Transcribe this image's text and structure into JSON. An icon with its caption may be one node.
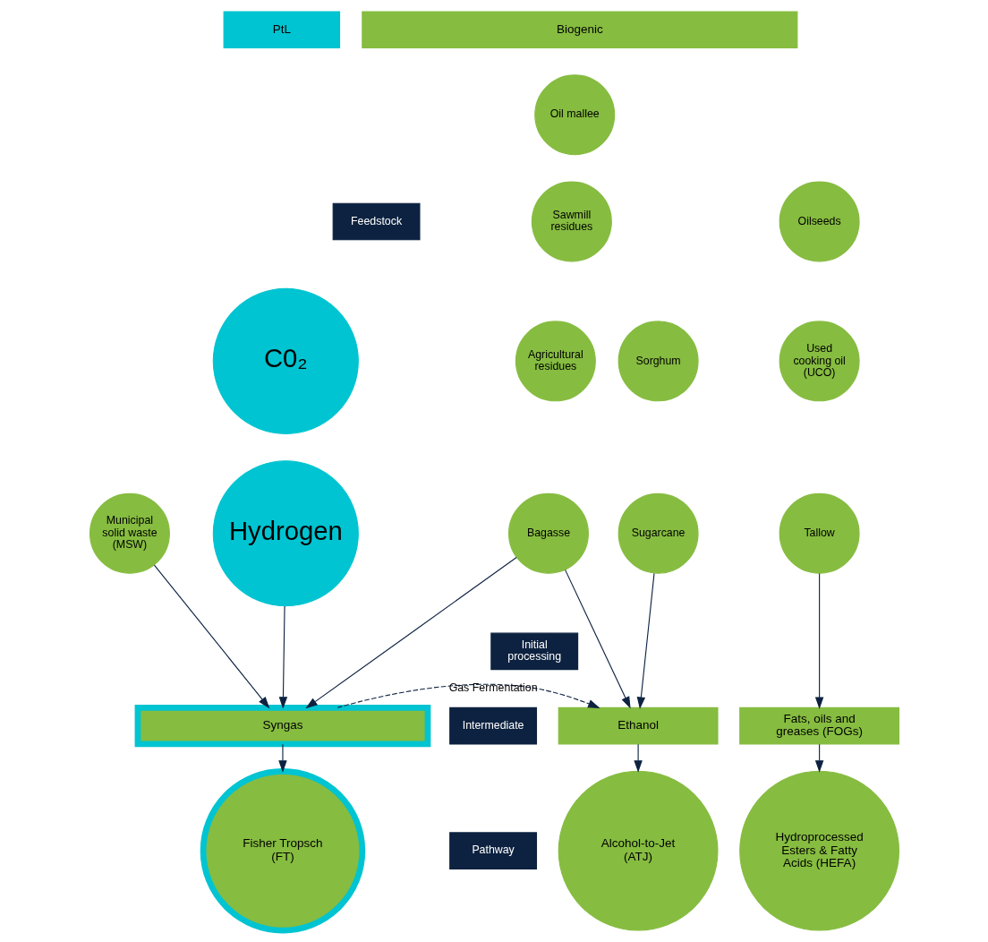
{
  "diagram": {
    "nodes": [
      {
        "text": [
          "PtL"
        ]
      },
      {
        "text": [
          "Biogenic"
        ]
      },
      {
        "text": [
          "Feedstock"
        ]
      },
      {
        "text": [
          "Initial processing"
        ]
      },
      {
        "text": [
          "Intermediate"
        ]
      },
      {
        "text": [
          "Pathway"
        ]
      },
      {
        "text": [
          "C0₂"
        ]
      },
      {
        "text": [
          "Hydrogen"
        ]
      },
      {
        "text": [
          "Municipal solid waste (MSW)"
        ]
      },
      {
        "text": [
          "Oil mallee"
        ]
      },
      {
        "text": [
          "Sawmill residues"
        ]
      },
      {
        "text": [
          "Agricultural residues"
        ]
      },
      {
        "text": [
          "Bagasse"
        ]
      },
      {
        "text": [
          "Sorghum"
        ]
      },
      {
        "text": [
          "Sugarcane"
        ]
      },
      {
        "text": [
          "Oilseeds"
        ]
      },
      {
        "text": [
          "Used cooking oil (UCO)"
        ]
      },
      {
        "text": [
          "Tallow"
        ]
      },
      {
        "text": [
          "Syngas"
        ]
      },
      {
        "text": [
          "Ethanol"
        ]
      },
      {
        "text": [
          "Fats, oils and greases (FOGs)"
        ]
      },
      {
        "text": [
          "Fisher Tropsch (FT)"
        ]
      },
      {
        "text": [
          "Alcohol-to-Jet (ATJ)"
        ]
      },
      {
        "text": [
          "Hydroprocessed Esters & Fatty Acids (HEFA)"
        ]
      }
    ],
    "edges": [
      {
        "from": 7,
        "to": 18,
        "arrow": "to"
      },
      {
        "from": 8,
        "to": 18,
        "arrow": "to"
      },
      {
        "from": 12,
        "to": 18,
        "arrow": "to"
      },
      {
        "from": 12,
        "to": 19,
        "arrow": "to"
      },
      {
        "from": 14,
        "to": 19,
        "arrow": "to"
      },
      {
        "from": 17,
        "to": 20,
        "arrow": "to"
      },
      {
        "from": 18,
        "to": 21,
        "arrow": "to"
      },
      {
        "from": 18,
        "to": 19,
        "arrow": "to",
        "label": "Gas Fermentation",
        "style": "dashed"
      },
      {
        "from": 19,
        "to": 22,
        "arrow": "to"
      },
      {
        "from": 20,
        "to": 23,
        "arrow": "to"
      }
    ]
  }
}
